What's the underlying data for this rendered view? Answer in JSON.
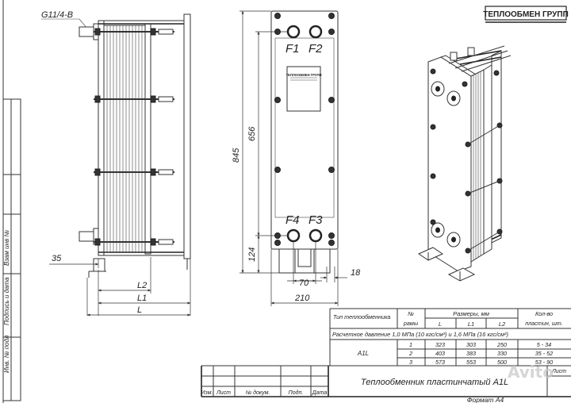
{
  "logo": "ТЕПЛООБМЕН ГРУПП",
  "side_view": {
    "thread_label": "G11/4-B",
    "dim_35": "35",
    "dim_L2": "L2",
    "dim_L1": "L1",
    "dim_L": "L"
  },
  "front_view": {
    "ports": [
      "F1",
      "F2",
      "F4",
      "F3"
    ],
    "dim_845": "845",
    "dim_656": "656",
    "dim_124": "124",
    "dim_70": "70",
    "dim_18": "18",
    "dim_210": "210",
    "nameplate": "ТЕПЛООБМЕН ГРУПП"
  },
  "left_stamp": [
    "Инв. № подл",
    "Подпись и дата",
    "Взам инв №"
  ],
  "spec_table": {
    "headers": {
      "type": "Тип теплообменника",
      "frame_no": "№ рамы",
      "sizes": "Размеры, мм",
      "L": "L",
      "L1": "L1",
      "L2": "L2",
      "plates": "Кол-во пластин, шт."
    },
    "pressure_note": "Расчетное давление 1,0 МПа (10 кгс/см²) и 1,6 МПа (16 кгс/см²)",
    "model": "A1L",
    "rows": [
      {
        "frame": "1",
        "L": "323",
        "L1": "303",
        "L2": "250",
        "plates": "5 - 34"
      },
      {
        "frame": "2",
        "L": "403",
        "L1": "383",
        "L2": "330",
        "plates": "35 - 52"
      },
      {
        "frame": "3",
        "L": "573",
        "L1": "553",
        "L2": "500",
        "plates": "53 - 90"
      }
    ]
  },
  "title_block": {
    "title": "Теплообменник пластинчатый A1L",
    "sheet": "Лист",
    "cols": [
      "Изм.",
      "Лист",
      "№ докум.",
      "Подп.",
      "Дата"
    ],
    "format": "Формат А4"
  },
  "watermark": "Avito"
}
